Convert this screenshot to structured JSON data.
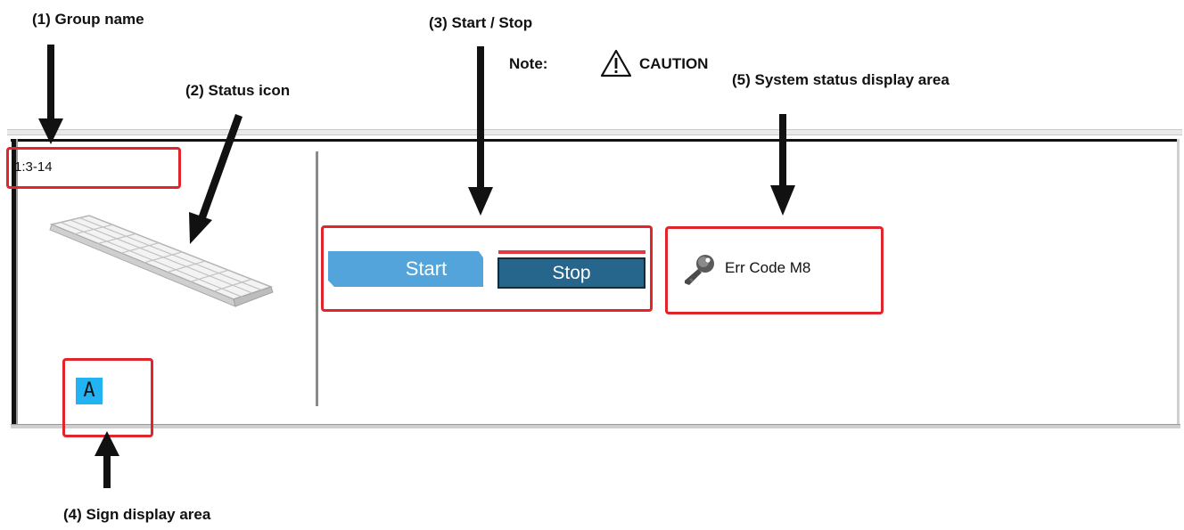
{
  "callouts": {
    "c1": "(1) Group name",
    "c2": "(2) Status icon",
    "c3": "(3) Start / Stop",
    "note_prefix": "Note:",
    "note_caution": "CAUTION",
    "c4": "(4) Sign display area",
    "c5": "(5) System status display area"
  },
  "panel": {
    "group_name": "1:3-14",
    "sign_letter": "A",
    "start_label": "Start",
    "stop_label": "Stop",
    "status_text": "Err Code M8"
  },
  "icons": {
    "status": "ceiling-light-panel-icon",
    "system_status": "key-icon",
    "caution": "warning-triangle-icon"
  },
  "colors": {
    "highlight": "#e2252b",
    "start_button": "#52a4db",
    "stop_button": "#26668c",
    "stop_indicator": "#e33a40",
    "sign_background": "#22b4f2"
  }
}
